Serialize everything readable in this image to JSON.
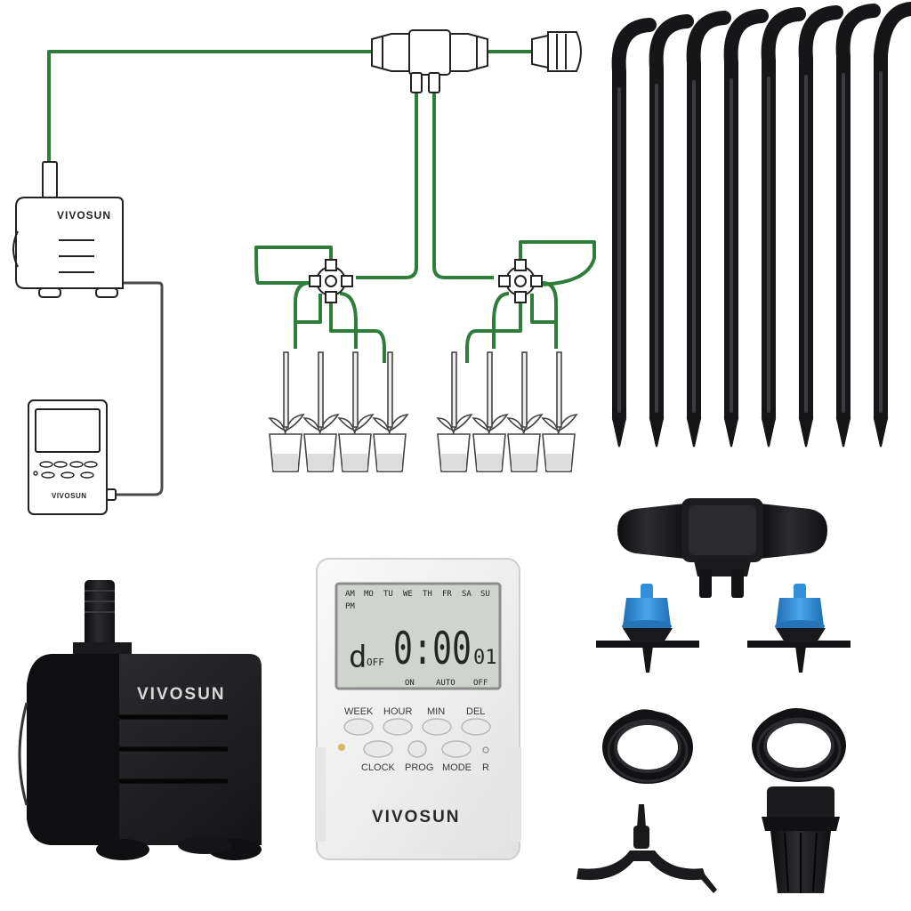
{
  "brand": "VIVOSUN",
  "timer": {
    "days": [
      "MO",
      "TU",
      "WE",
      "TH",
      "FR",
      "SA",
      "SU"
    ],
    "am": "AM",
    "pm": "PM",
    "time": "0:00",
    "program_no": "01",
    "day_glyph": "d",
    "off_small": "OFF",
    "status": [
      "ON",
      "AUTO",
      "OFF"
    ],
    "top_buttons": [
      "WEEK",
      "HOUR",
      "MIN",
      "DEL"
    ],
    "bottom_buttons": [
      "CLOCK",
      "PROG",
      "MODE",
      "R"
    ]
  },
  "icons": {
    "pump_diagram": "water-pump-outline-icon",
    "timer_diagram": "digital-timer-outline-icon",
    "pump": "submersible-pump-icon",
    "timer": "digital-timer-icon",
    "stakes": "drip-stake-icon",
    "tee": "tee-connector-icon",
    "drippers": "adjustable-dripper-icon",
    "tubing": "coiled-tubing-icon",
    "punch": "hole-punch-tool-icon",
    "end_plug": "end-plug-icon",
    "pots": "potted-plant-icon"
  },
  "colors": {
    "tube_green": "#2e7d3a",
    "product_black": "#1b1b1d",
    "dripper_blue": "#2f8fd8",
    "timer_body": "#f2f2f2",
    "lcd_bg": "#cfd4cf"
  }
}
